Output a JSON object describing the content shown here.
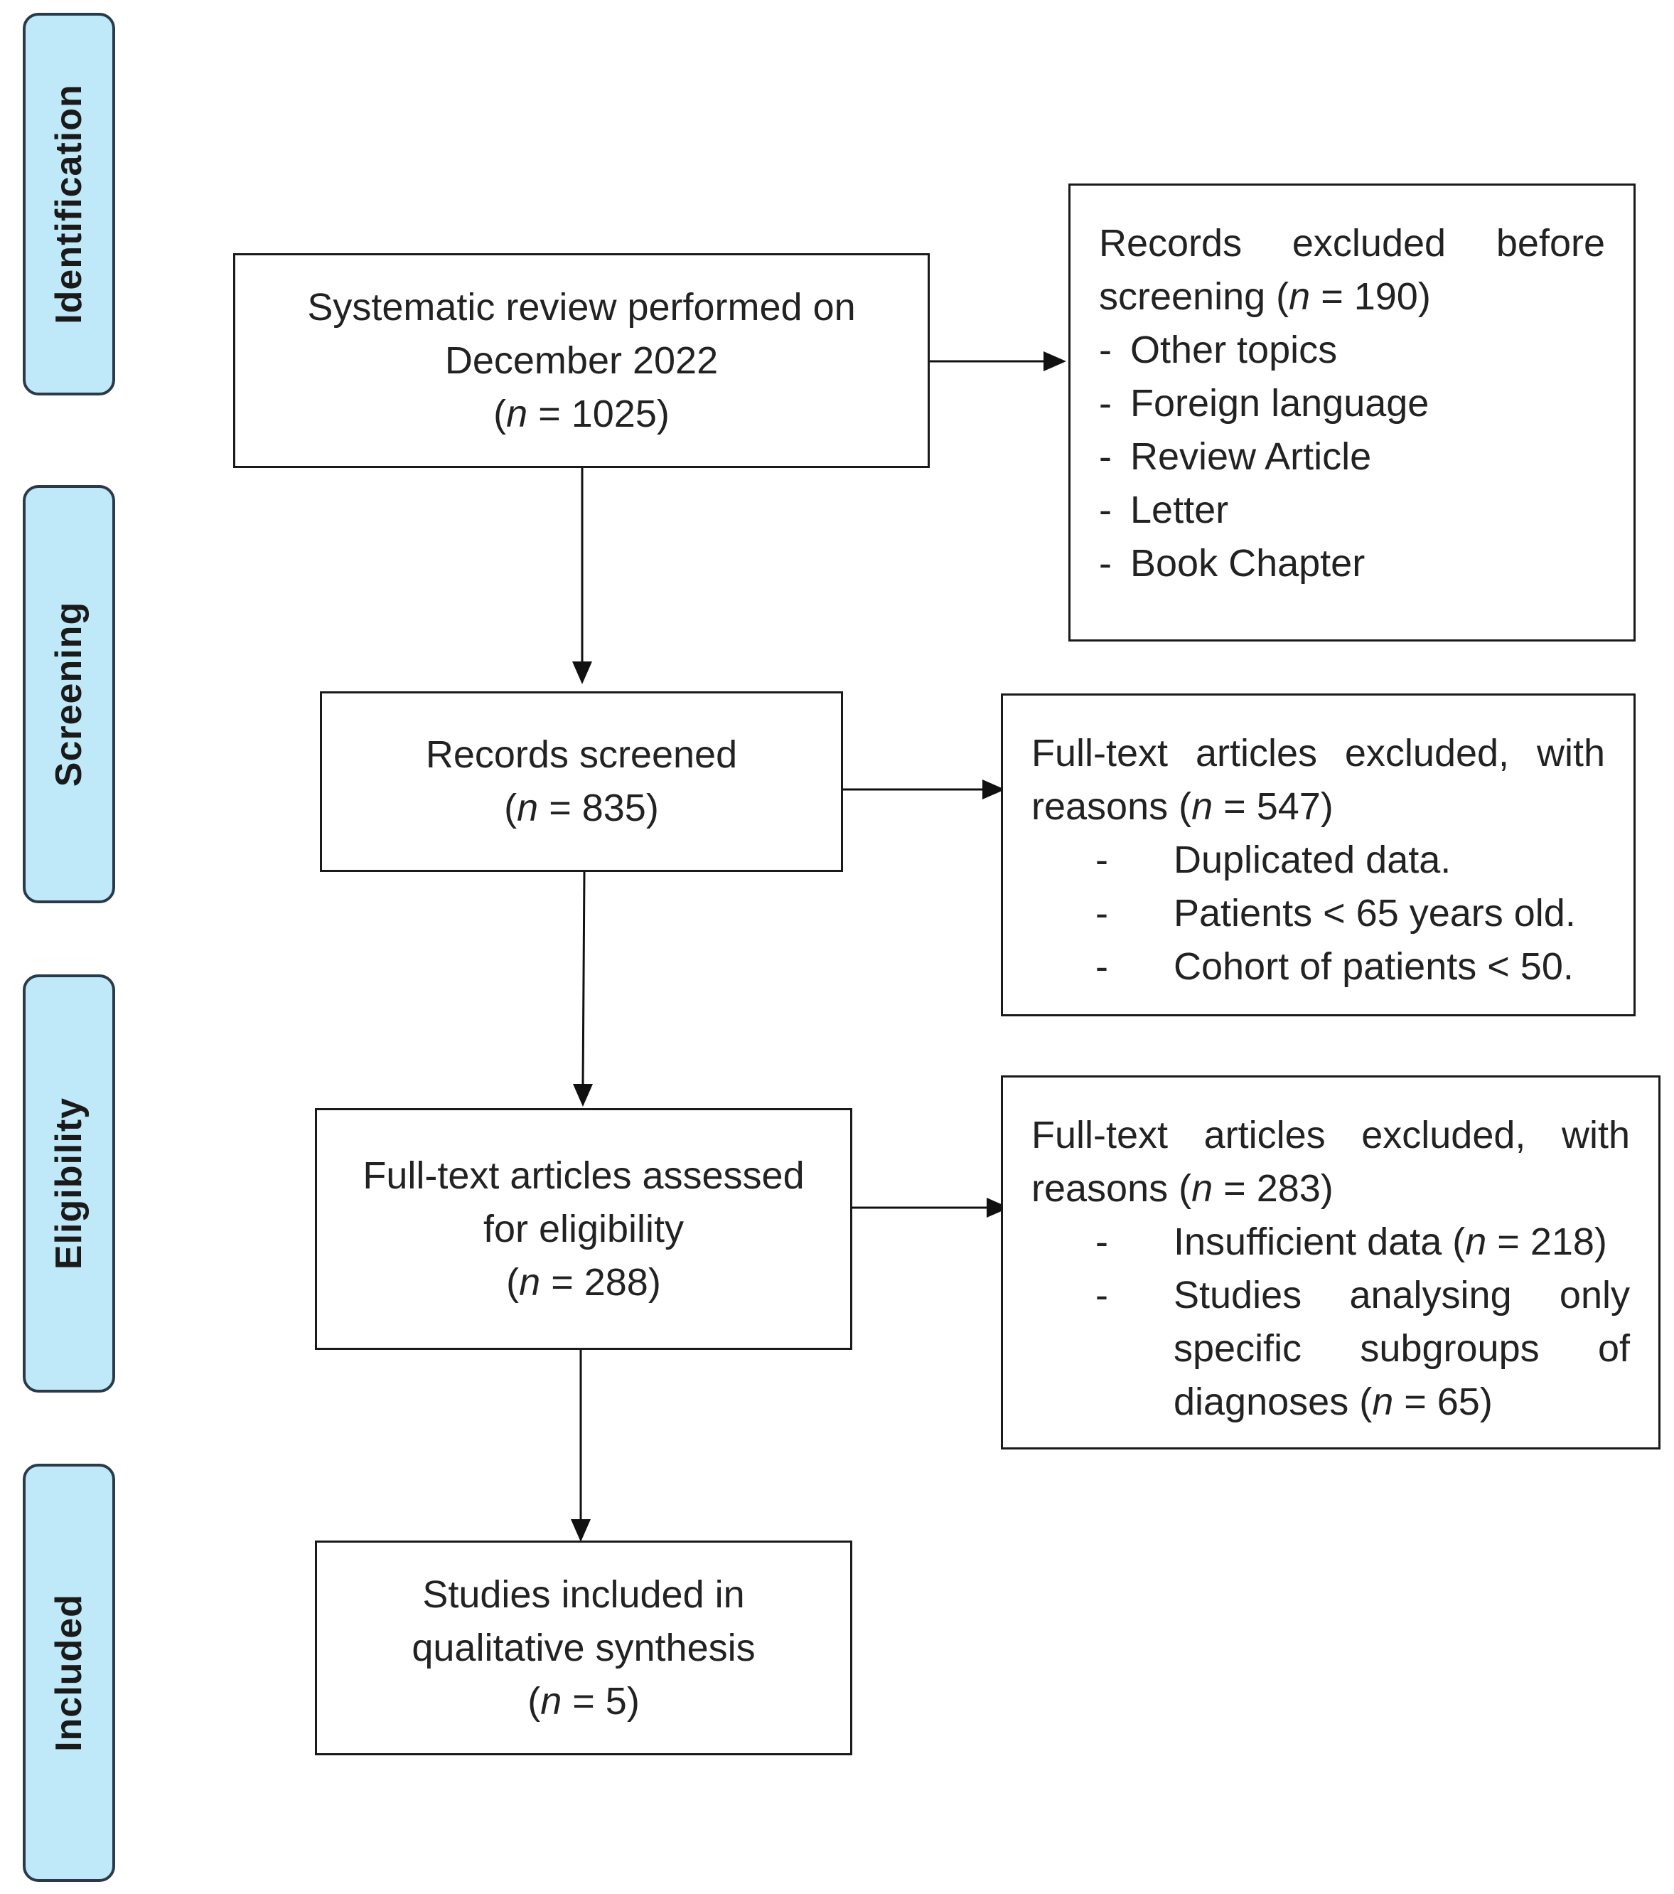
{
  "stages": {
    "identification": "Identification",
    "screening": "Screening",
    "eligibility": "Eligibility",
    "included": "Included"
  },
  "main": {
    "box1": {
      "line1": "Systematic review performed on",
      "line2": "December 2022",
      "n_label": "n",
      "n_value": " = 1025"
    },
    "box2": {
      "line1": "Records screened",
      "n_label": "n",
      "n_value": " = 835"
    },
    "box3": {
      "line1": "Full-text articles assessed",
      "line2": "for eligibility",
      "n_label": "n",
      "n_value": " = 288"
    },
    "box4": {
      "line1": "Studies included in",
      "line2": "qualitative synthesis",
      "n_label": "n",
      "n_value": " = 5"
    }
  },
  "side": {
    "excluded_before": {
      "line1": "Records excluded before",
      "line2_prefix": "screening (",
      "n_label": "n",
      "n_value": " = 190)",
      "items": [
        "Other topics",
        "Foreign language",
        "Review Article",
        "Letter",
        "Book Chapter"
      ]
    },
    "excluded_fulltext_1": {
      "line1": "Full-text articles excluded, with",
      "line2_prefix": "reasons (",
      "n_label": "n",
      "n_value": " = 547)",
      "items": [
        "Duplicated data.",
        "Patients < 65 years old.",
        "Cohort of patients < 50."
      ]
    },
    "excluded_fulltext_2": {
      "line1": "Full-text articles excluded, with",
      "line2_prefix": "reasons (",
      "n_label": "n",
      "n_value": " = 283)",
      "item1_prefix": "Insufficient data (",
      "item1_n": "n",
      "item1_value": " = 218)",
      "item2_line1": "Studies analysing only",
      "item2_line2": "specific subgroups of",
      "item2_line3_prefix": "diagnoses (",
      "item2_n": "n",
      "item2_value": " = 65)"
    }
  },
  "dash_symbol": "-"
}
